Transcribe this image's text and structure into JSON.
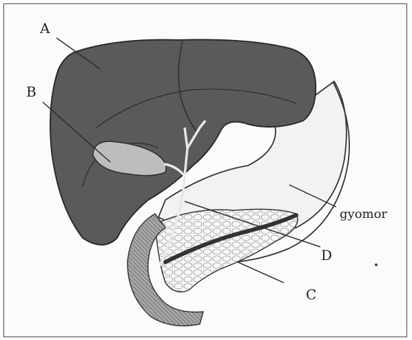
{
  "labels": {
    "a": "A",
    "b": "B",
    "c": "C",
    "d": "D",
    "stomach": "gyomor"
  },
  "colors": {
    "liver": "#5a5a5a",
    "gallbladder": "#bdbdbd",
    "stomach": "#f2f2f2",
    "pancreas": "#f7f7f7",
    "duodenum": "#a8a8a8",
    "line": "#2b2b2b"
  }
}
